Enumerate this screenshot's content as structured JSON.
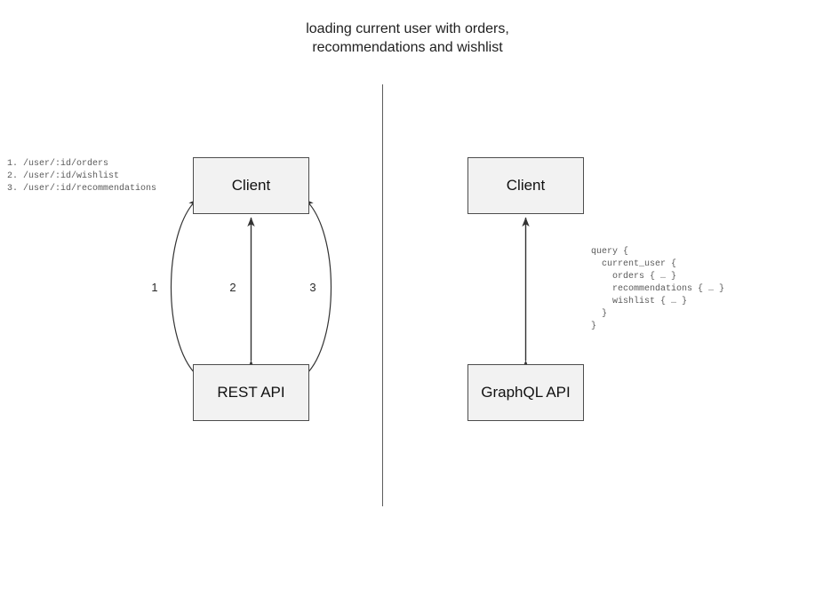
{
  "title": "loading current user with orders,\nrecommendations and wishlist",
  "divider": {
    "orientation": "vertical"
  },
  "left_panel": {
    "name": "rest-approach",
    "nodes": [
      {
        "id": "client",
        "label": "Client"
      },
      {
        "id": "rest-api",
        "label": "REST API"
      }
    ],
    "edges": [
      {
        "id": "edge-1",
        "label": "1",
        "shape": "curve-left",
        "arrowheads": "both"
      },
      {
        "id": "edge-2",
        "label": "2",
        "shape": "straight",
        "arrowheads": "both"
      },
      {
        "id": "edge-3",
        "label": "3",
        "shape": "curve-right",
        "arrowheads": "both"
      }
    ],
    "endpoints_annotation": "1. /user/:id/orders\n2. /user/:id/wishlist\n3. /user/:id/recommendations"
  },
  "right_panel": {
    "name": "graphql-approach",
    "nodes": [
      {
        "id": "client",
        "label": "Client"
      },
      {
        "id": "graphql-api",
        "label": "GraphQL API"
      }
    ],
    "edges": [
      {
        "id": "edge-query",
        "label": "",
        "shape": "straight",
        "arrowheads": "both"
      }
    ],
    "query_annotation": "query {\n  current_user {\n    orders { … }\n    recommendations { … }\n    wishlist { … }\n  }\n}"
  },
  "colors": {
    "background": "#ffffff",
    "node_fill": "#f2f2f2",
    "node_border": "#4d4d4d",
    "text": "#1a1a1a",
    "annotation_text": "#5a5a5a",
    "arrow": "#333333",
    "divider": "#5c5c5c"
  }
}
